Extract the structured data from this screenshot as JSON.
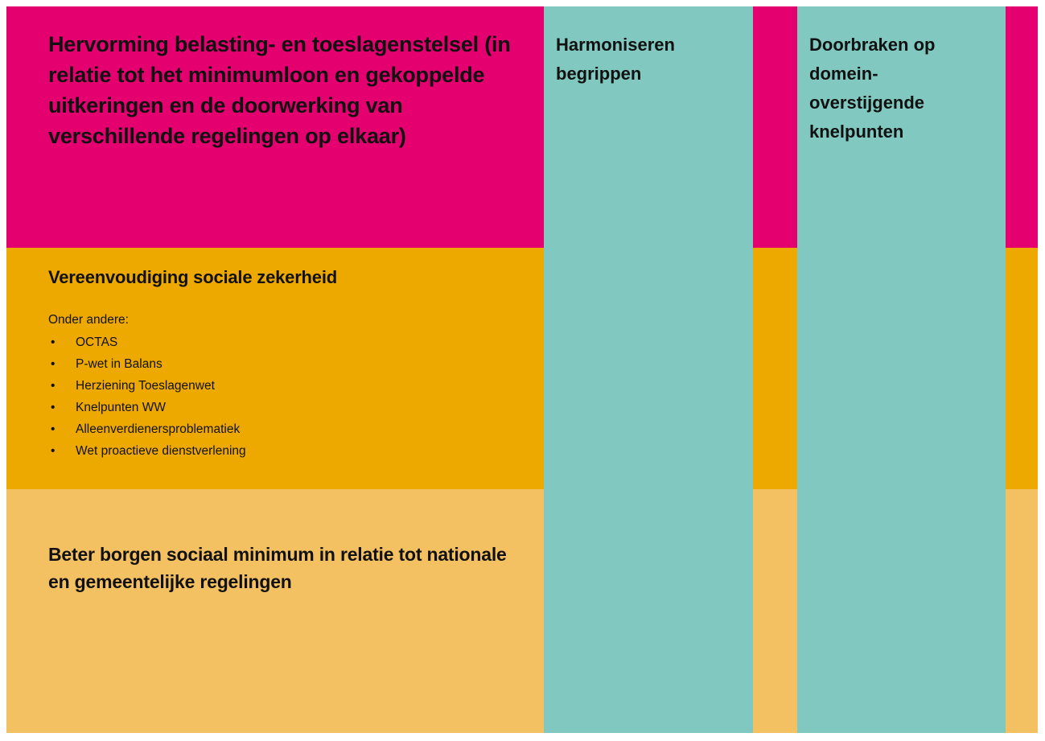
{
  "palette": {
    "pink": "#E4006E",
    "orange": "#EDA900",
    "light_orange": "#F4C162",
    "teal": "#81C9C0",
    "text": "#111111",
    "background": "#FFFFFF"
  },
  "rows": [
    {
      "id": "row-hervorming",
      "color_name": "pink",
      "heading": "Hervorming belasting- en toeslagenstelsel (in relatie tot het minimumloon en gekoppelde uitkeringen en de doorwerking van verschillende regelingen op elkaar)"
    },
    {
      "id": "row-vereenvoudiging",
      "color_name": "orange",
      "heading": "Vereenvoudiging sociale zekerheid",
      "intro": "Onder andere:",
      "bullet_glyph": "•",
      "bullets": [
        "OCTAS",
        "P-wet in Balans",
        "Herziening Toeslagenwet",
        "Knelpunten WW",
        "Alleenverdienersproblematiek",
        "Wet proactieve dienstverlening"
      ]
    },
    {
      "id": "row-beter-borgen",
      "color_name": "light_orange",
      "heading": "Beter borgen sociaal minimum in relatie tot nationale en gemeentelijke regelingen"
    }
  ],
  "columns": [
    {
      "id": "column-harmoniseren",
      "color_name": "teal",
      "heading": "Harmoniseren begrippen"
    },
    {
      "id": "column-doorbraken",
      "color_name": "teal",
      "heading": "Doorbraken op domein-overstijgende knelpunten"
    }
  ]
}
